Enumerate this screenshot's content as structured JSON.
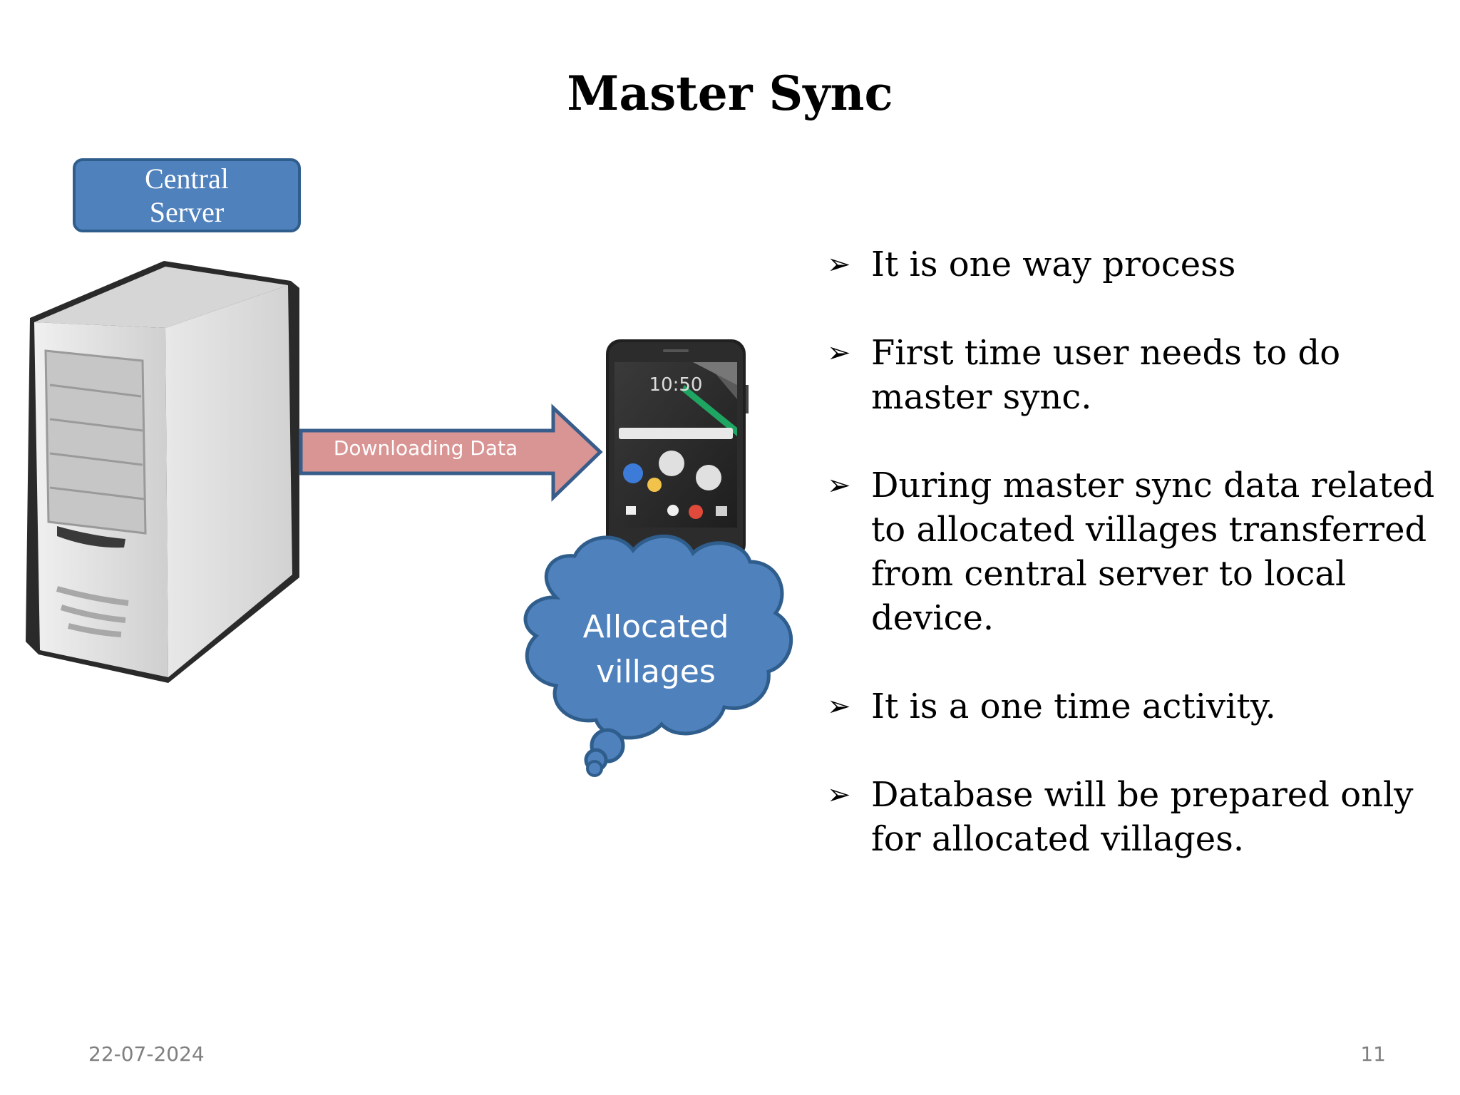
{
  "slide": {
    "title": "Master Sync",
    "server_label_line1": "Central",
    "server_label_line2": "Server",
    "arrow_label": "Downloading Data",
    "phone_time": "10:50",
    "cloud_line1": "Allocated",
    "cloud_line2": "villages",
    "bullets": [
      "It is one way process",
      "First time user needs to do master sync.",
      "During master sync data related to allocated villages transferred from central server to local device.",
      "It is a one time activity.",
      "Database will be prepared only for allocated villages."
    ],
    "bullet_marker": "➢",
    "footer_date": "22-07-2024",
    "footer_page": "11"
  },
  "colors": {
    "label_fill": "#4f81bd",
    "arrow_fill": "#d99594",
    "arrow_stroke": "#385d8a",
    "cloud_fill": "#4f81bd",
    "footer_text": "#7f7f7f"
  },
  "icons": [
    "server-tower-icon",
    "smartphone-icon",
    "thought-cloud-icon",
    "right-arrow-icon"
  ]
}
